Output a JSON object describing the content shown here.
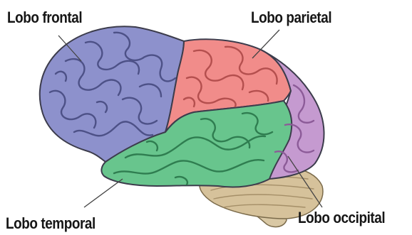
{
  "labels": {
    "frontal": "Lobo frontal",
    "parietal": "Lobo parietal",
    "temporal": "Lobo temporal",
    "occipital": "Lobo occipital"
  },
  "colors": {
    "frontal": "#8d91cc",
    "parietal": "#f18c8a",
    "temporal": "#68c58d",
    "occipital": "#c59ad0",
    "cerebellum": "#d6c29b",
    "brainstem": "#d9c8a4",
    "outline": "#3c3c4c",
    "label_text": "#161616"
  }
}
